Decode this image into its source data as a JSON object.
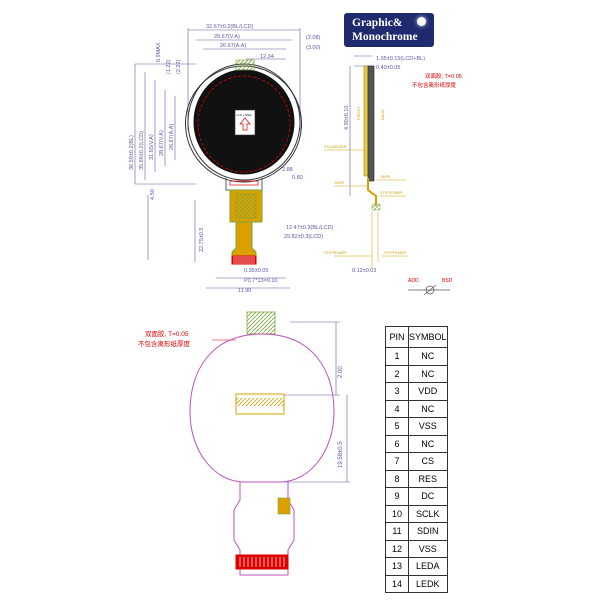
{
  "logo": {
    "line1": "Graphic&",
    "line2": "Monochrome",
    "icon": "star-icon"
  },
  "top_view": {
    "dims": {
      "bl_lcd": "32.67±0.2(BL/LCD)",
      "va_width": "28.67(V.A)",
      "aa_width": "26.67(A.A)",
      "center": "12.34",
      "d208": "(2.08)",
      "d300": "(3.00)",
      "p09max": "0.9MAX",
      "d122": "(1.22)",
      "d222": "(2.22)",
      "h_bl": "36.59±0.2(BL)",
      "h_lcd": "35.66±0.2(LCD)",
      "h_va": "31.65(V.A)",
      "h_va2": "28.67(V.A)",
      "h_aa": "26.67(A.A)",
      "d288": "2.88",
      "d080": "0.80",
      "d450": "4.50",
      "fpc_len": "22.75±0.5",
      "w1247": "12.47±0.3(BL/LCD)",
      "w2982": "29.82±0.3(LCD)",
      "d035": "0.35±0.05",
      "pitch": "P0.7*13=9.10",
      "d1190": "11.90"
    },
    "panel_label": "LCD LABEL"
  },
  "side_view": {
    "dims": {
      "t195": "1.95±0.15(LCD+BL)",
      "t040": "0.40±0.05",
      "t490": "4.90±0.10",
      "t012": "0.12±0.03"
    },
    "note_line1": "双面胶, T=0.05",
    "note_line2": "不包含离形纸厚度",
    "labels": {
      "front": "FRONT",
      "back": "BACK",
      "polarizer": "POLARIZER",
      "tape": "TAPE",
      "stiffener": "STIFFENER"
    },
    "symbols": {
      "left": "ADD",
      "right": "BSD"
    }
  },
  "bottom_view": {
    "note_line1": "双面胶, T=0.05",
    "note_line2": "不包含离形纸厚度",
    "d200": "2.00",
    "d1958": "19.58±0.5"
  },
  "pin_table": {
    "headers": [
      "PIN",
      "SYMBOL"
    ],
    "rows": [
      [
        "1",
        "NC"
      ],
      [
        "2",
        "NC"
      ],
      [
        "3",
        "VDD"
      ],
      [
        "4",
        "NC"
      ],
      [
        "5",
        "VSS"
      ],
      [
        "6",
        "NC"
      ],
      [
        "7",
        "CS"
      ],
      [
        "8",
        "RES"
      ],
      [
        "9",
        "DC"
      ],
      [
        "10",
        "SCLK"
      ],
      [
        "11",
        "SDIN"
      ],
      [
        "12",
        "VSS"
      ],
      [
        "13",
        "LEDA"
      ],
      [
        "14",
        "LEDK"
      ]
    ]
  }
}
